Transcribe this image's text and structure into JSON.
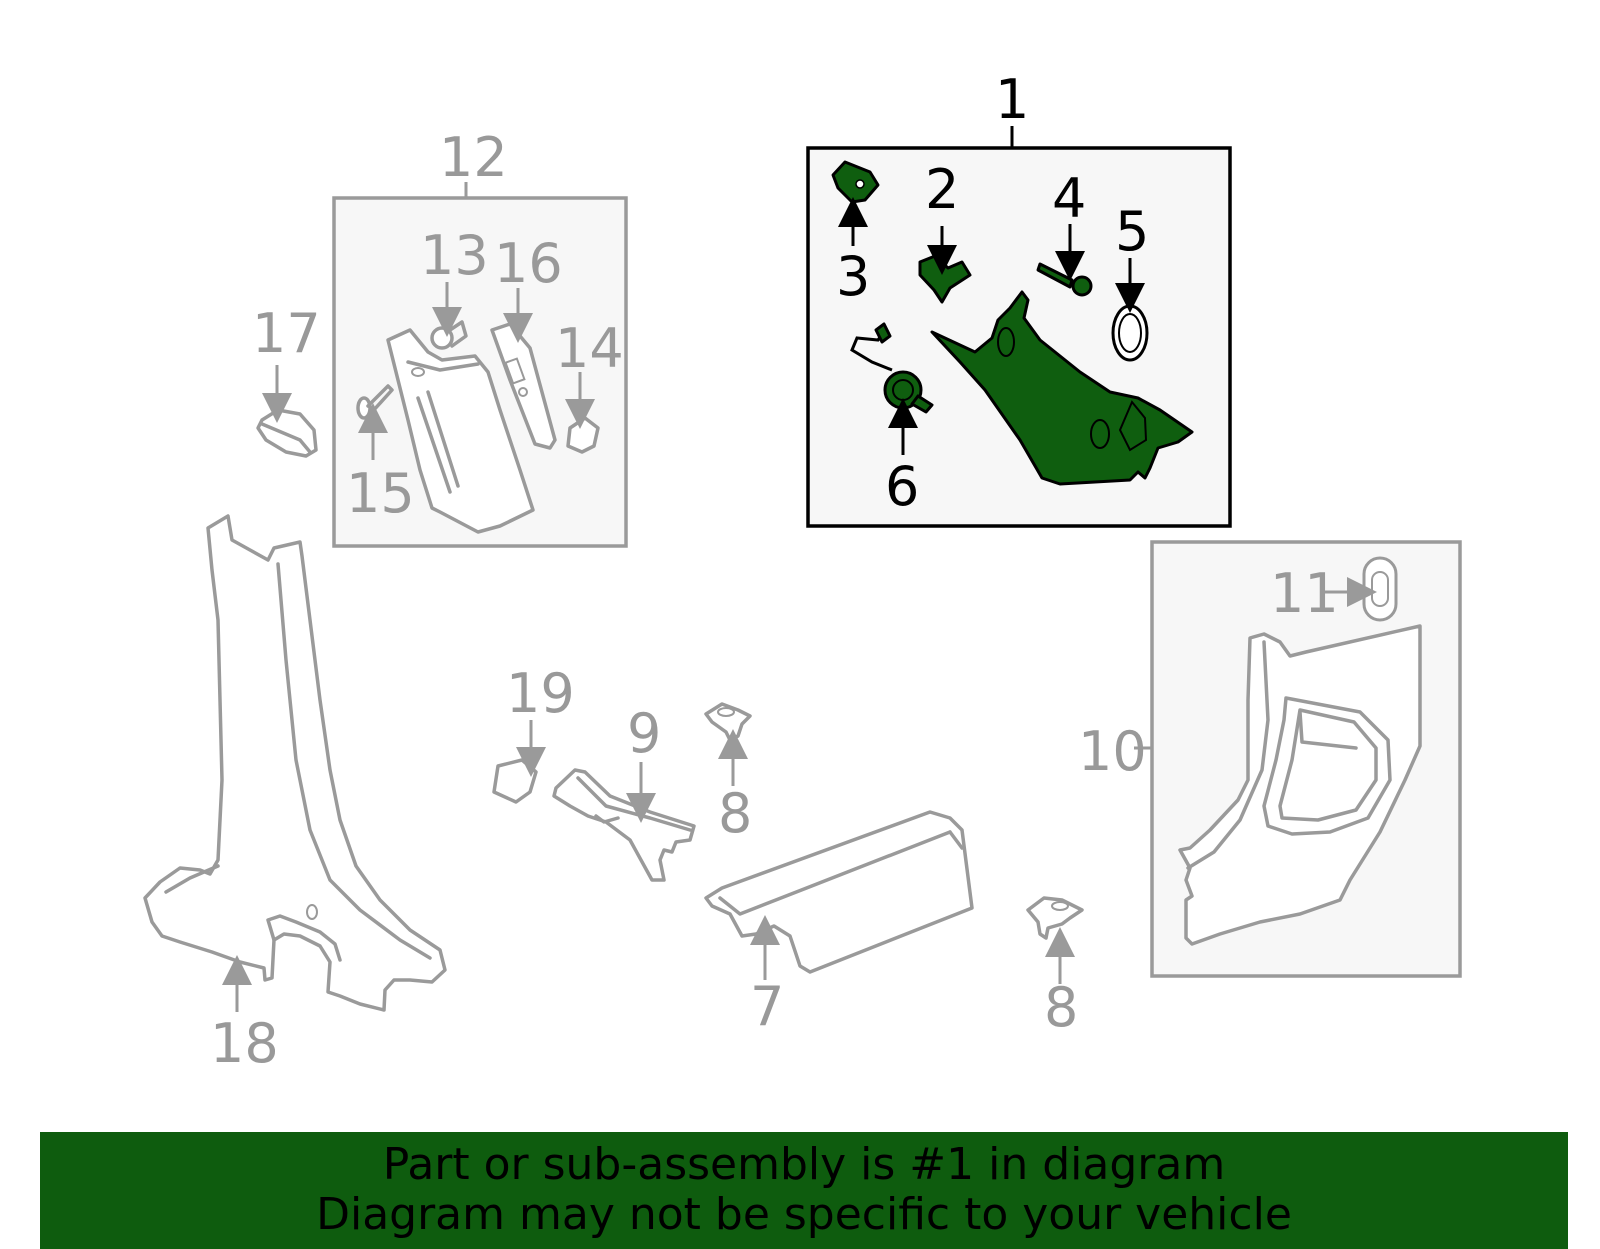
{
  "labels": {
    "l1": "1",
    "l2": "2",
    "l3": "3",
    "l4": "4",
    "l5": "5",
    "l6": "6",
    "l7": "7",
    "l8a": "8",
    "l8b": "8",
    "l9": "9",
    "l10": "10",
    "l11": "11",
    "l12": "12",
    "l13": "13",
    "l14": "14",
    "l15": "15",
    "l16": "16",
    "l17": "17",
    "l18": "18",
    "l19": "19"
  },
  "banner": {
    "line1": "Part or sub-assembly is #1 in diagram",
    "line2": "Diagram may not be specific to your vehicle"
  },
  "colors": {
    "highlight_green": "#0f5e0f",
    "banner_green": "#0e5c0e",
    "part_grey": "#9a9a9a",
    "box_fill": "#f7f7f7"
  }
}
